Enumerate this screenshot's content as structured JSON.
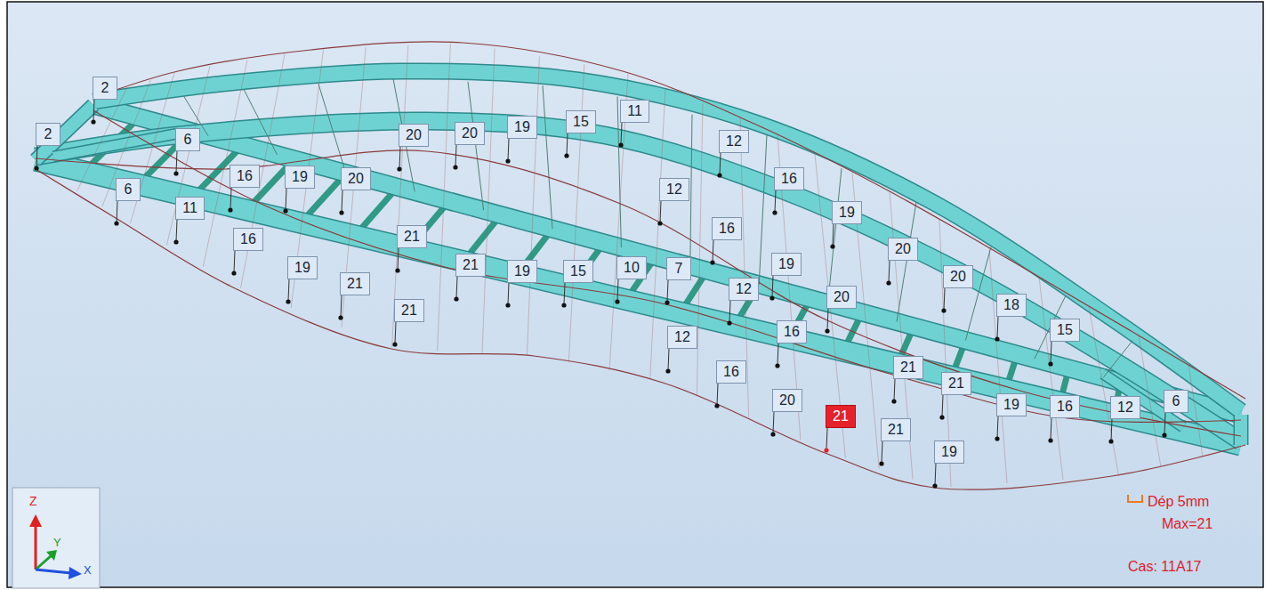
{
  "diagram": {
    "nodes": [
      {
        "text": [
          "2"
        ]
      },
      {
        "text": [
          "2"
        ]
      },
      {
        "text": [
          "6"
        ]
      },
      {
        "text": [
          "20"
        ]
      },
      {
        "text": [
          "20"
        ]
      },
      {
        "text": [
          "19"
        ]
      },
      {
        "text": [
          "15"
        ]
      },
      {
        "text": [
          "11"
        ]
      },
      {
        "text": [
          "6"
        ]
      },
      {
        "text": [
          "16"
        ]
      },
      {
        "text": [
          "19"
        ]
      },
      {
        "text": [
          "20"
        ]
      },
      {
        "text": [
          "11"
        ]
      },
      {
        "text": [
          "12"
        ]
      },
      {
        "text": [
          "16"
        ]
      },
      {
        "text": [
          "12"
        ]
      },
      {
        "text": [
          "19"
        ]
      },
      {
        "text": [
          "16"
        ]
      },
      {
        "text": [
          "16"
        ]
      },
      {
        "text": [
          "21"
        ]
      },
      {
        "text": [
          "20"
        ]
      },
      {
        "text": [
          "19"
        ]
      },
      {
        "text": [
          "21"
        ]
      },
      {
        "text": [
          "19"
        ]
      },
      {
        "text": [
          "15"
        ]
      },
      {
        "text": [
          "10"
        ]
      },
      {
        "text": [
          "7"
        ]
      },
      {
        "text": [
          "19"
        ]
      },
      {
        "text": [
          "20"
        ]
      },
      {
        "text": [
          "21"
        ]
      },
      {
        "text": [
          "12"
        ]
      },
      {
        "text": [
          "20"
        ]
      },
      {
        "text": [
          "18"
        ]
      },
      {
        "text": [
          "21"
        ]
      },
      {
        "text": [
          "16"
        ]
      },
      {
        "text": [
          "12"
        ]
      },
      {
        "text": [
          "15"
        ]
      },
      {
        "text": [
          "21"
        ]
      },
      {
        "text": [
          "16"
        ]
      },
      {
        "text": [
          "21"
        ]
      },
      {
        "text": [
          "20"
        ]
      },
      {
        "text": [
          "19"
        ]
      },
      {
        "text": [
          "16"
        ]
      },
      {
        "text": [
          "12"
        ]
      },
      {
        "text": [
          "6"
        ]
      },
      {
        "text": [
          "21"
        ]
      },
      {
        "text": [
          "21"
        ]
      },
      {
        "text": [
          "19"
        ]
      }
    ],
    "labels": [
      "Dép 5mm",
      "Max=21",
      "Cas: 11A17",
      "Z",
      "Y",
      "X"
    ]
  }
}
